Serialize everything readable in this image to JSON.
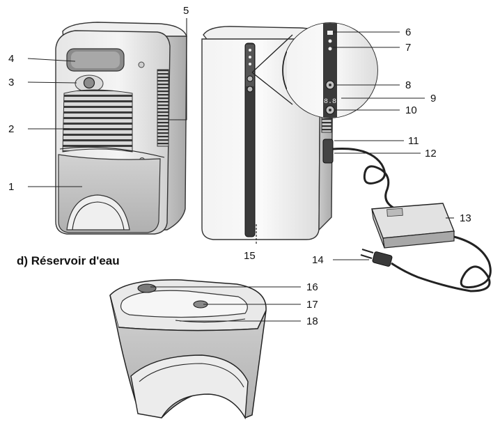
{
  "section_title": "d) Réservoir d'eau",
  "callouts": {
    "c1": "1",
    "c2": "2",
    "c3": "3",
    "c4": "4",
    "c5": "5",
    "c6": "6",
    "c7": "7",
    "c8": "8",
    "c9": "9",
    "c10": "10",
    "c11": "11",
    "c12": "12",
    "c13": "13",
    "c14": "14",
    "c15": "15",
    "c16": "16",
    "c17": "17",
    "c18": "18"
  },
  "display_digits": "8.8"
}
